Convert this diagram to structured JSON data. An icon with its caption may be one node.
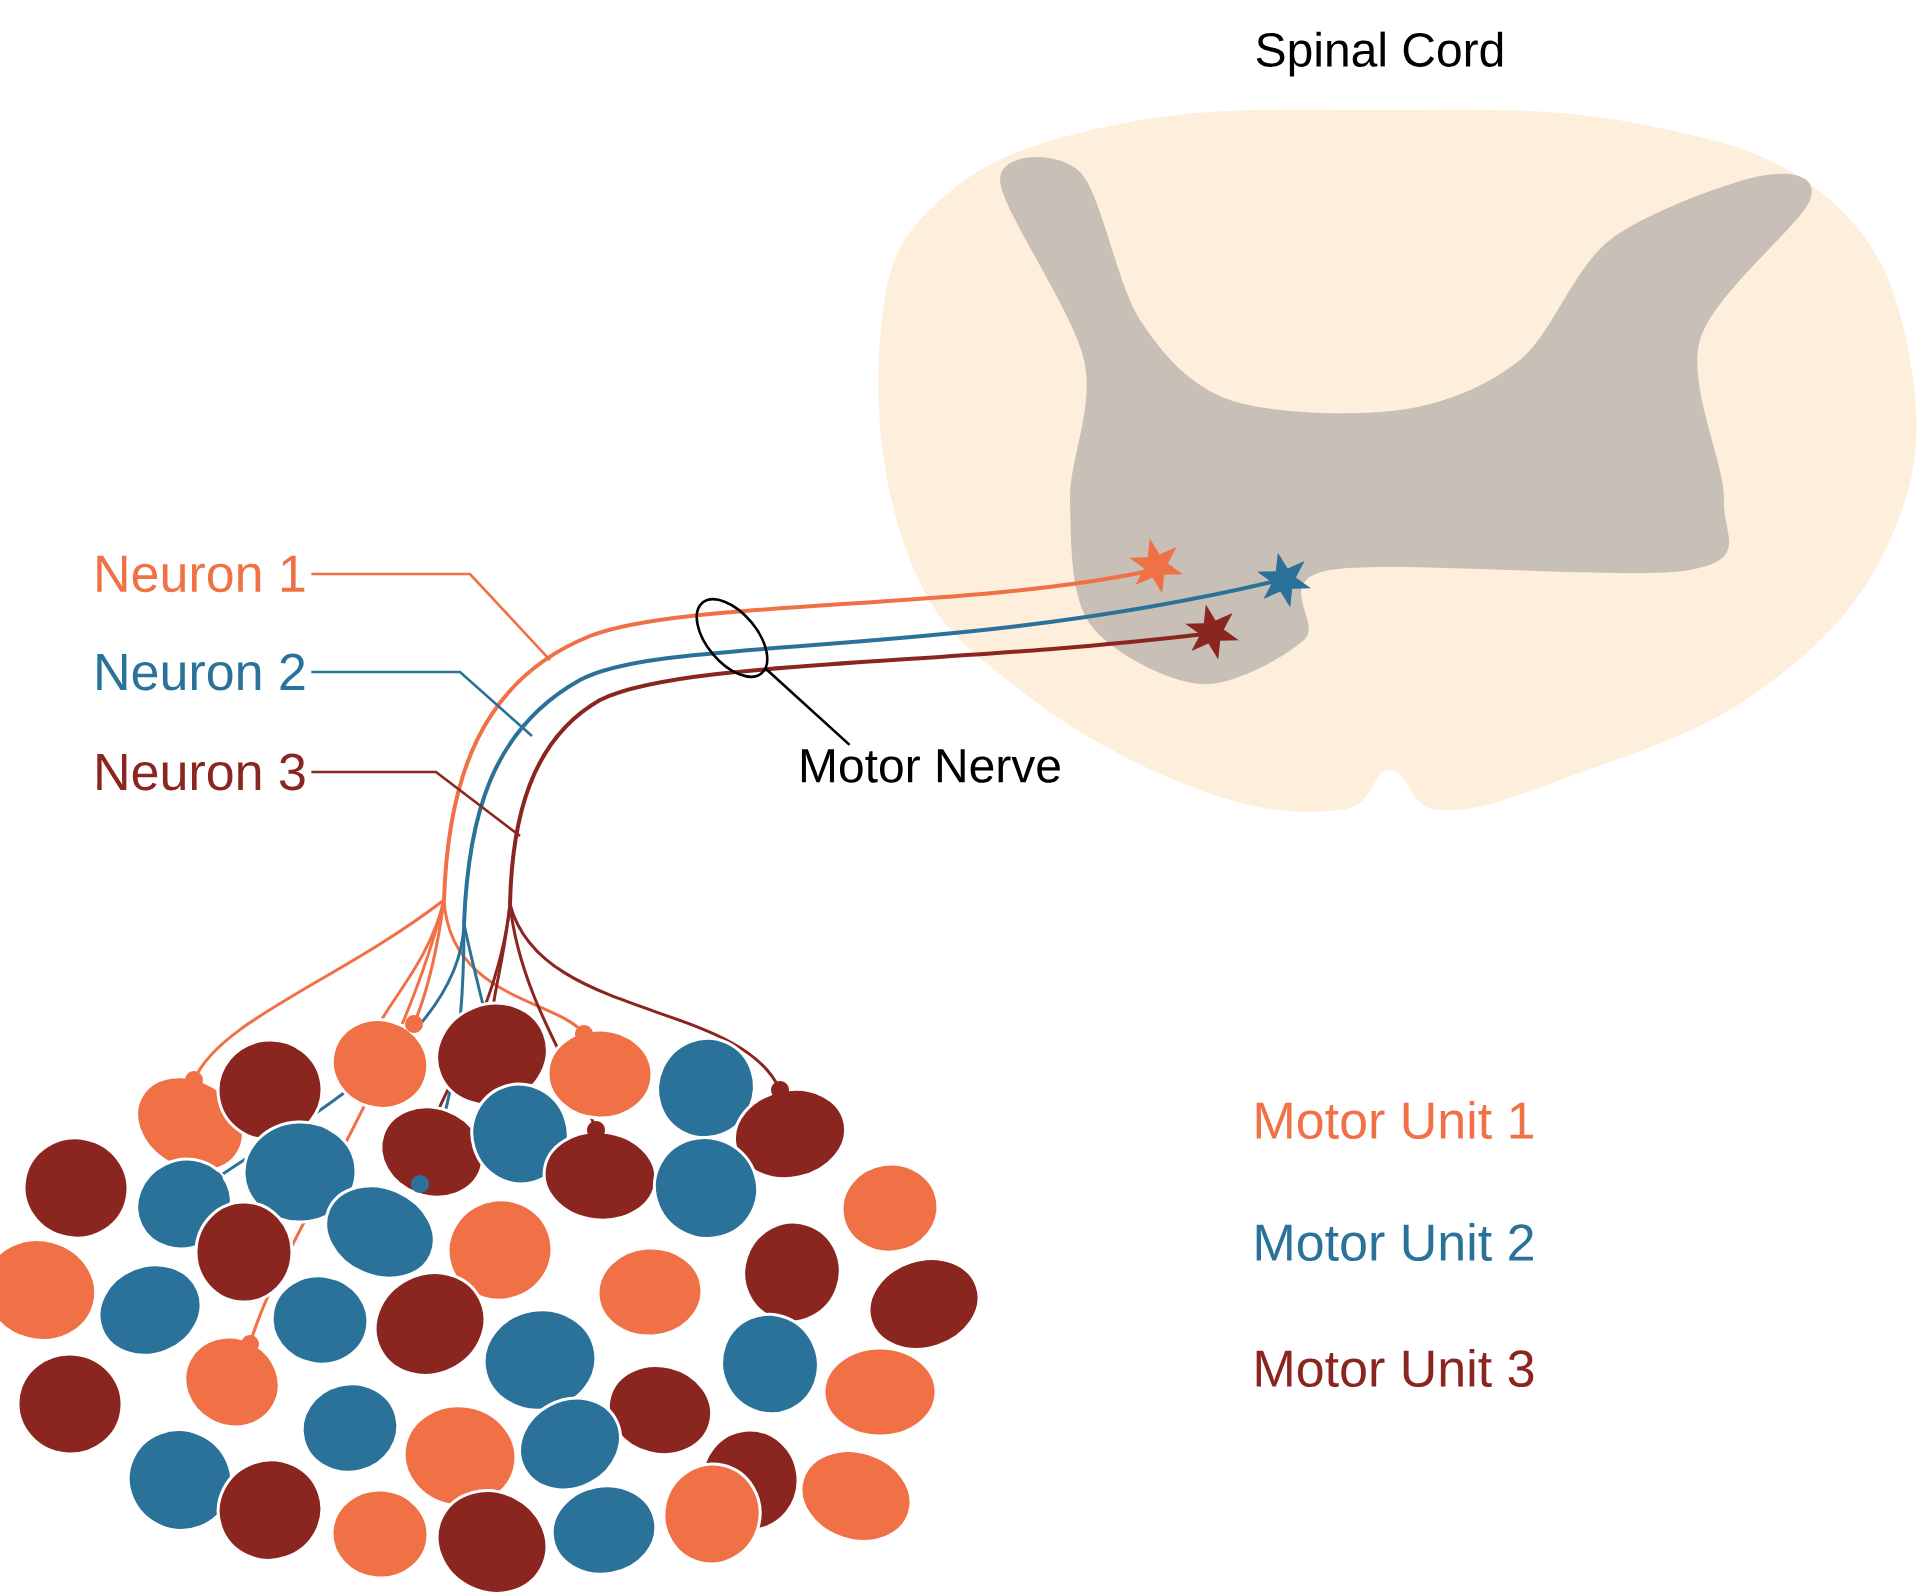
{
  "diagram": {
    "nodes": [
      {
        "text": [
          "Neuron 1"
        ]
      },
      {
        "text": [
          "Neuron 2"
        ]
      },
      {
        "text": [
          "Neuron 3"
        ]
      },
      {
        "text": [
          "Motor Nerve"
        ]
      },
      {
        "text": [],
        "shape": "ellipse"
      }
    ],
    "edges": [
      {
        "from": 0,
        "to": null,
        "arrow": "none",
        "color": "#f07146"
      },
      {
        "from": 1,
        "to": null,
        "arrow": "none",
        "color": "#2a7299"
      },
      {
        "from": 2,
        "to": null,
        "arrow": "none",
        "color": "#8b2520"
      },
      {
        "from": 3,
        "to": 4,
        "arrow": "none",
        "color": "#000000"
      }
    ],
    "labels": [
      "Spinal Cord",
      "Motor Unit 1",
      "Motor Unit 2",
      "Motor Unit 3"
    ]
  }
}
